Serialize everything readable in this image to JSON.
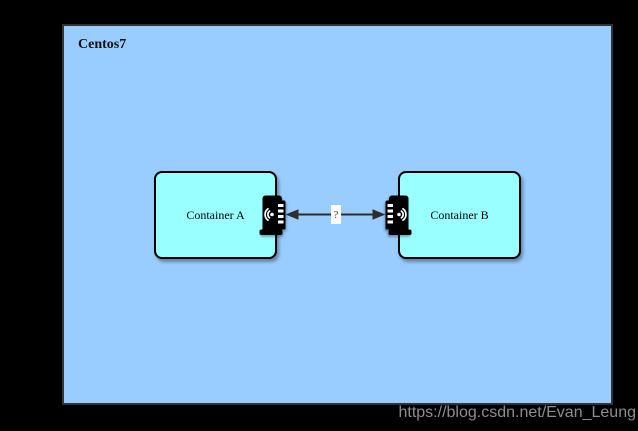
{
  "page": {
    "background_color": "#000000"
  },
  "diagram": {
    "host": {
      "label": "Centos7",
      "fill_color": "#99CCFF",
      "border_color": "#333333"
    },
    "nodes": [
      {
        "label": "Container A",
        "fill_color": "#99FFFF",
        "border_color": "#000000",
        "icon": "wireless-network-adapter-icon"
      },
      {
        "label": "Container B",
        "fill_color": "#99FFFF",
        "border_color": "#000000",
        "icon": "wireless-network-adapter-icon"
      }
    ],
    "connector": {
      "type": "double-headed-arrow",
      "label": "?",
      "color": "#2E2E2E",
      "label_background": "#FFFFFF"
    }
  },
  "watermark": {
    "text": "https://blog.csdn.net/Evan_Leung",
    "color": "#8D8D8D"
  }
}
